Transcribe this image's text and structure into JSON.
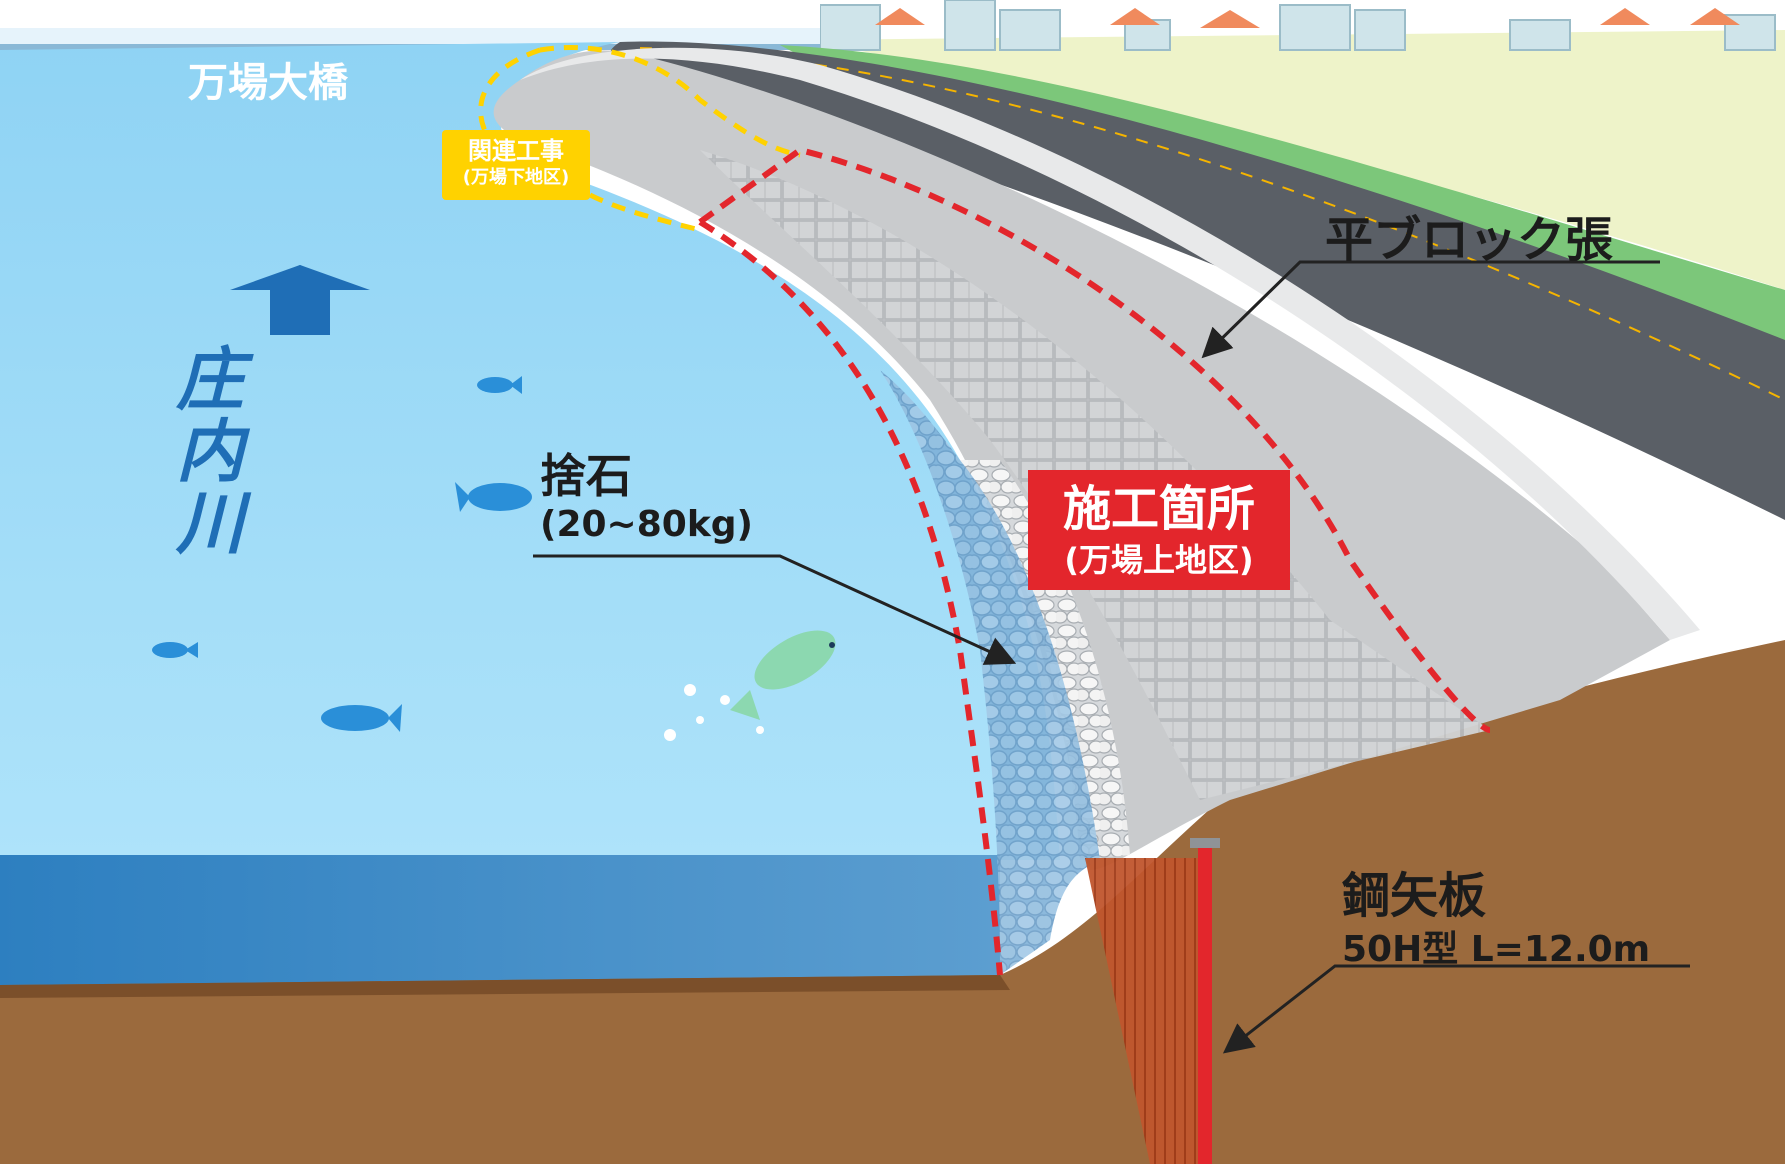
{
  "labels": {
    "bridge": "万場大橋",
    "river": [
      "庄",
      "内",
      "川"
    ],
    "related_work": "関連工事",
    "related_work_sub": "(万場下地区)",
    "riprap": "捨石",
    "riprap_spec": "(20~80kg)",
    "flat_block": "平ブロック張",
    "construction_site": "施工箇所",
    "construction_site_sub": "(万場上地区)",
    "sheet_pile": "鋼矢板",
    "sheet_pile_spec": "50H型 L=12.0m"
  },
  "colors": {
    "sky": "#ffffff",
    "water_light": "#8fd3f4",
    "water_dark": "#3a8cc8",
    "soil": "#9b6a3d",
    "soil_dark": "#7b4f2a",
    "grass": "#7cc77a",
    "road": "#5a5f66",
    "block": "#c9cbcd",
    "accent_red": "#e3262c",
    "accent_yellow": "#ffd200",
    "river_text": "#1f6eb6",
    "fish": "#2a8fd8",
    "pale_fish": "#8cd8b0"
  },
  "icons": {
    "flow_arrow": "up-arrow-icon",
    "fish": "fish-icon"
  }
}
